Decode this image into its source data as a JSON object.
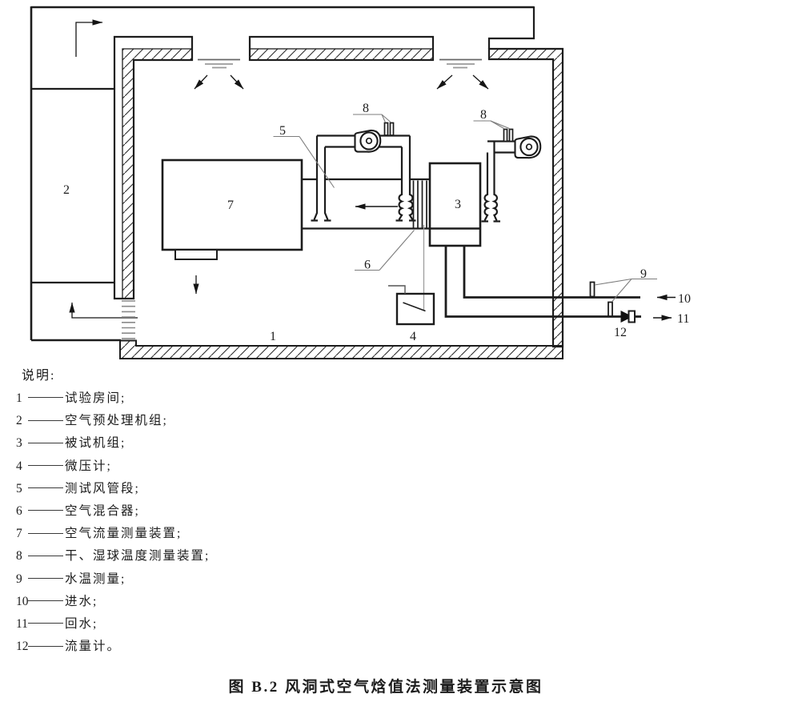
{
  "colors": {
    "line": "#1c1c1c",
    "leader": "#7d7d7d",
    "gray_detail": "#999999",
    "background": "#ffffff"
  },
  "diagram": {
    "labels": {
      "room": "1",
      "pretreatment_unit": "2",
      "unit_under_test": "3",
      "micro_manometer": "4",
      "test_duct": "5",
      "air_mixer": "6",
      "airflow_measure_device": "7",
      "wet_dry_bulb_duct": "8",
      "wet_dry_bulb_outlet": "8",
      "water_temp_measure": "9",
      "water_inlet": "10",
      "water_return": "11",
      "flow_meter": "12"
    }
  },
  "legend": {
    "title": "说明:",
    "items": [
      {
        "num": "1",
        "text": "试验房间;"
      },
      {
        "num": "2",
        "text": "空气预处理机组;"
      },
      {
        "num": "3",
        "text": "被试机组;"
      },
      {
        "num": "4",
        "text": "微压计;"
      },
      {
        "num": "5",
        "text": "测试风管段;"
      },
      {
        "num": "6",
        "text": "空气混合器;"
      },
      {
        "num": "7",
        "text": "空气流量测量装置;"
      },
      {
        "num": "8",
        "text": "干、湿球温度测量装置;"
      },
      {
        "num": "9",
        "text": "水温测量;"
      },
      {
        "num": "10",
        "text": "进水;"
      },
      {
        "num": "11",
        "text": "回水;"
      },
      {
        "num": "12",
        "text": "流量计。"
      }
    ]
  },
  "caption": "图 B.2  风洞式空气焓值法测量装置示意图"
}
